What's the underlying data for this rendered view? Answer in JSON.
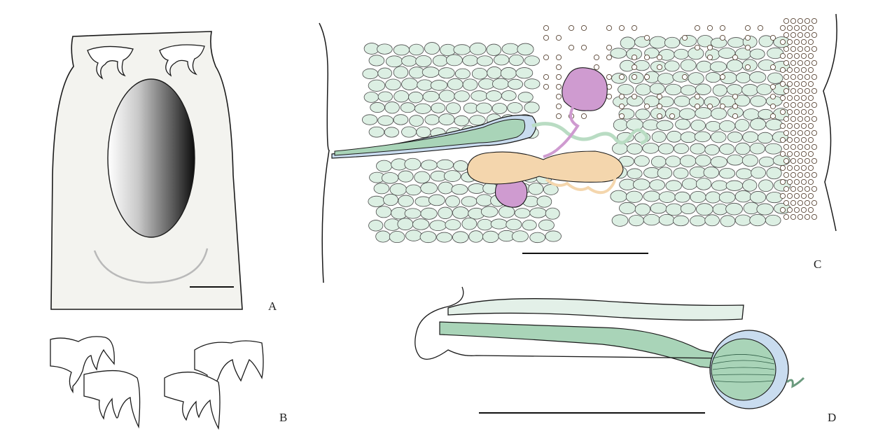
{
  "panels": {
    "a": {
      "label": "A"
    },
    "b": {
      "label": "B"
    },
    "c": {
      "label": "C"
    },
    "d": {
      "label": "D"
    }
  },
  "colors": {
    "outline": "#1a1a1a",
    "body_fill": "#f3f3ef",
    "egg_fill": "#dcefe3",
    "egg_stroke": "#4a4a4a",
    "small_egg_fill": "#ffffff",
    "small_egg_stroke": "#5a4636",
    "cirrus_green": "#a9d4b8",
    "cirrus_blue": "#c9dcef",
    "ovary_pink": "#cf9bd0",
    "testis_orange": "#f4d6ad",
    "vagina_green": "#b9dcc3",
    "scale_bar": "#111111"
  }
}
